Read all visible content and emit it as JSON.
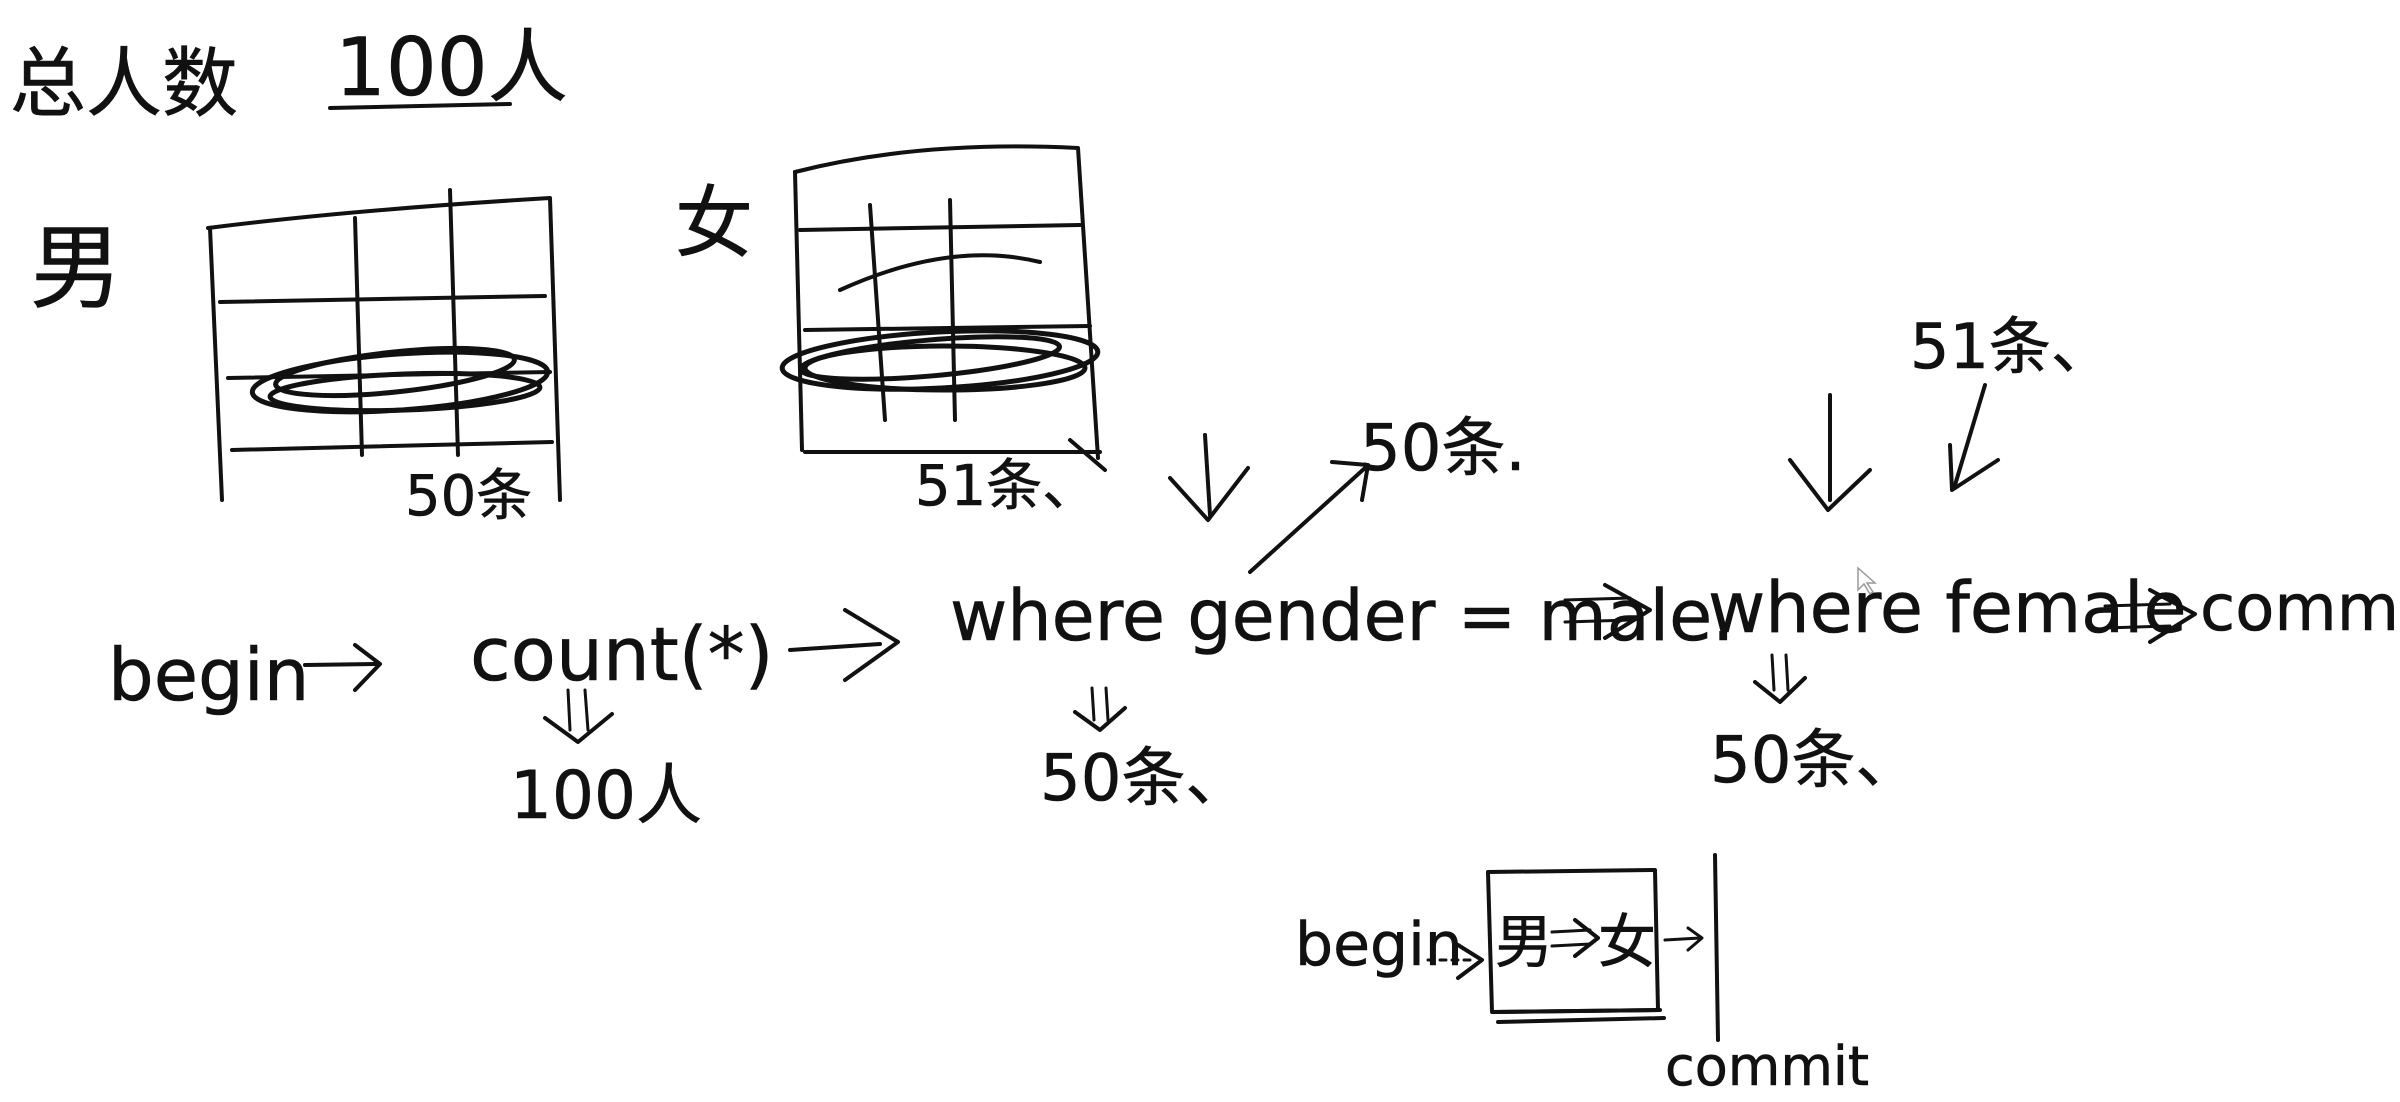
{
  "title": {
    "prefix": "总人数",
    "total": "100人"
  },
  "tables": {
    "male": {
      "label": "男",
      "count": "50条"
    },
    "female": {
      "label": "女",
      "count": "51条、"
    }
  },
  "flow": {
    "begin": "begin",
    "count": "count(*)",
    "count_result": "100人",
    "where_male": "where gender = male.",
    "where_male_result": "50条、",
    "where_male_insert": "50条.",
    "where_female": "where female",
    "where_female_result": "50条、",
    "where_female_insert": "51条、",
    "commit": "commit"
  },
  "bottom": {
    "begin": "begin",
    "male": "男",
    "female": "女",
    "commit": "commit"
  }
}
